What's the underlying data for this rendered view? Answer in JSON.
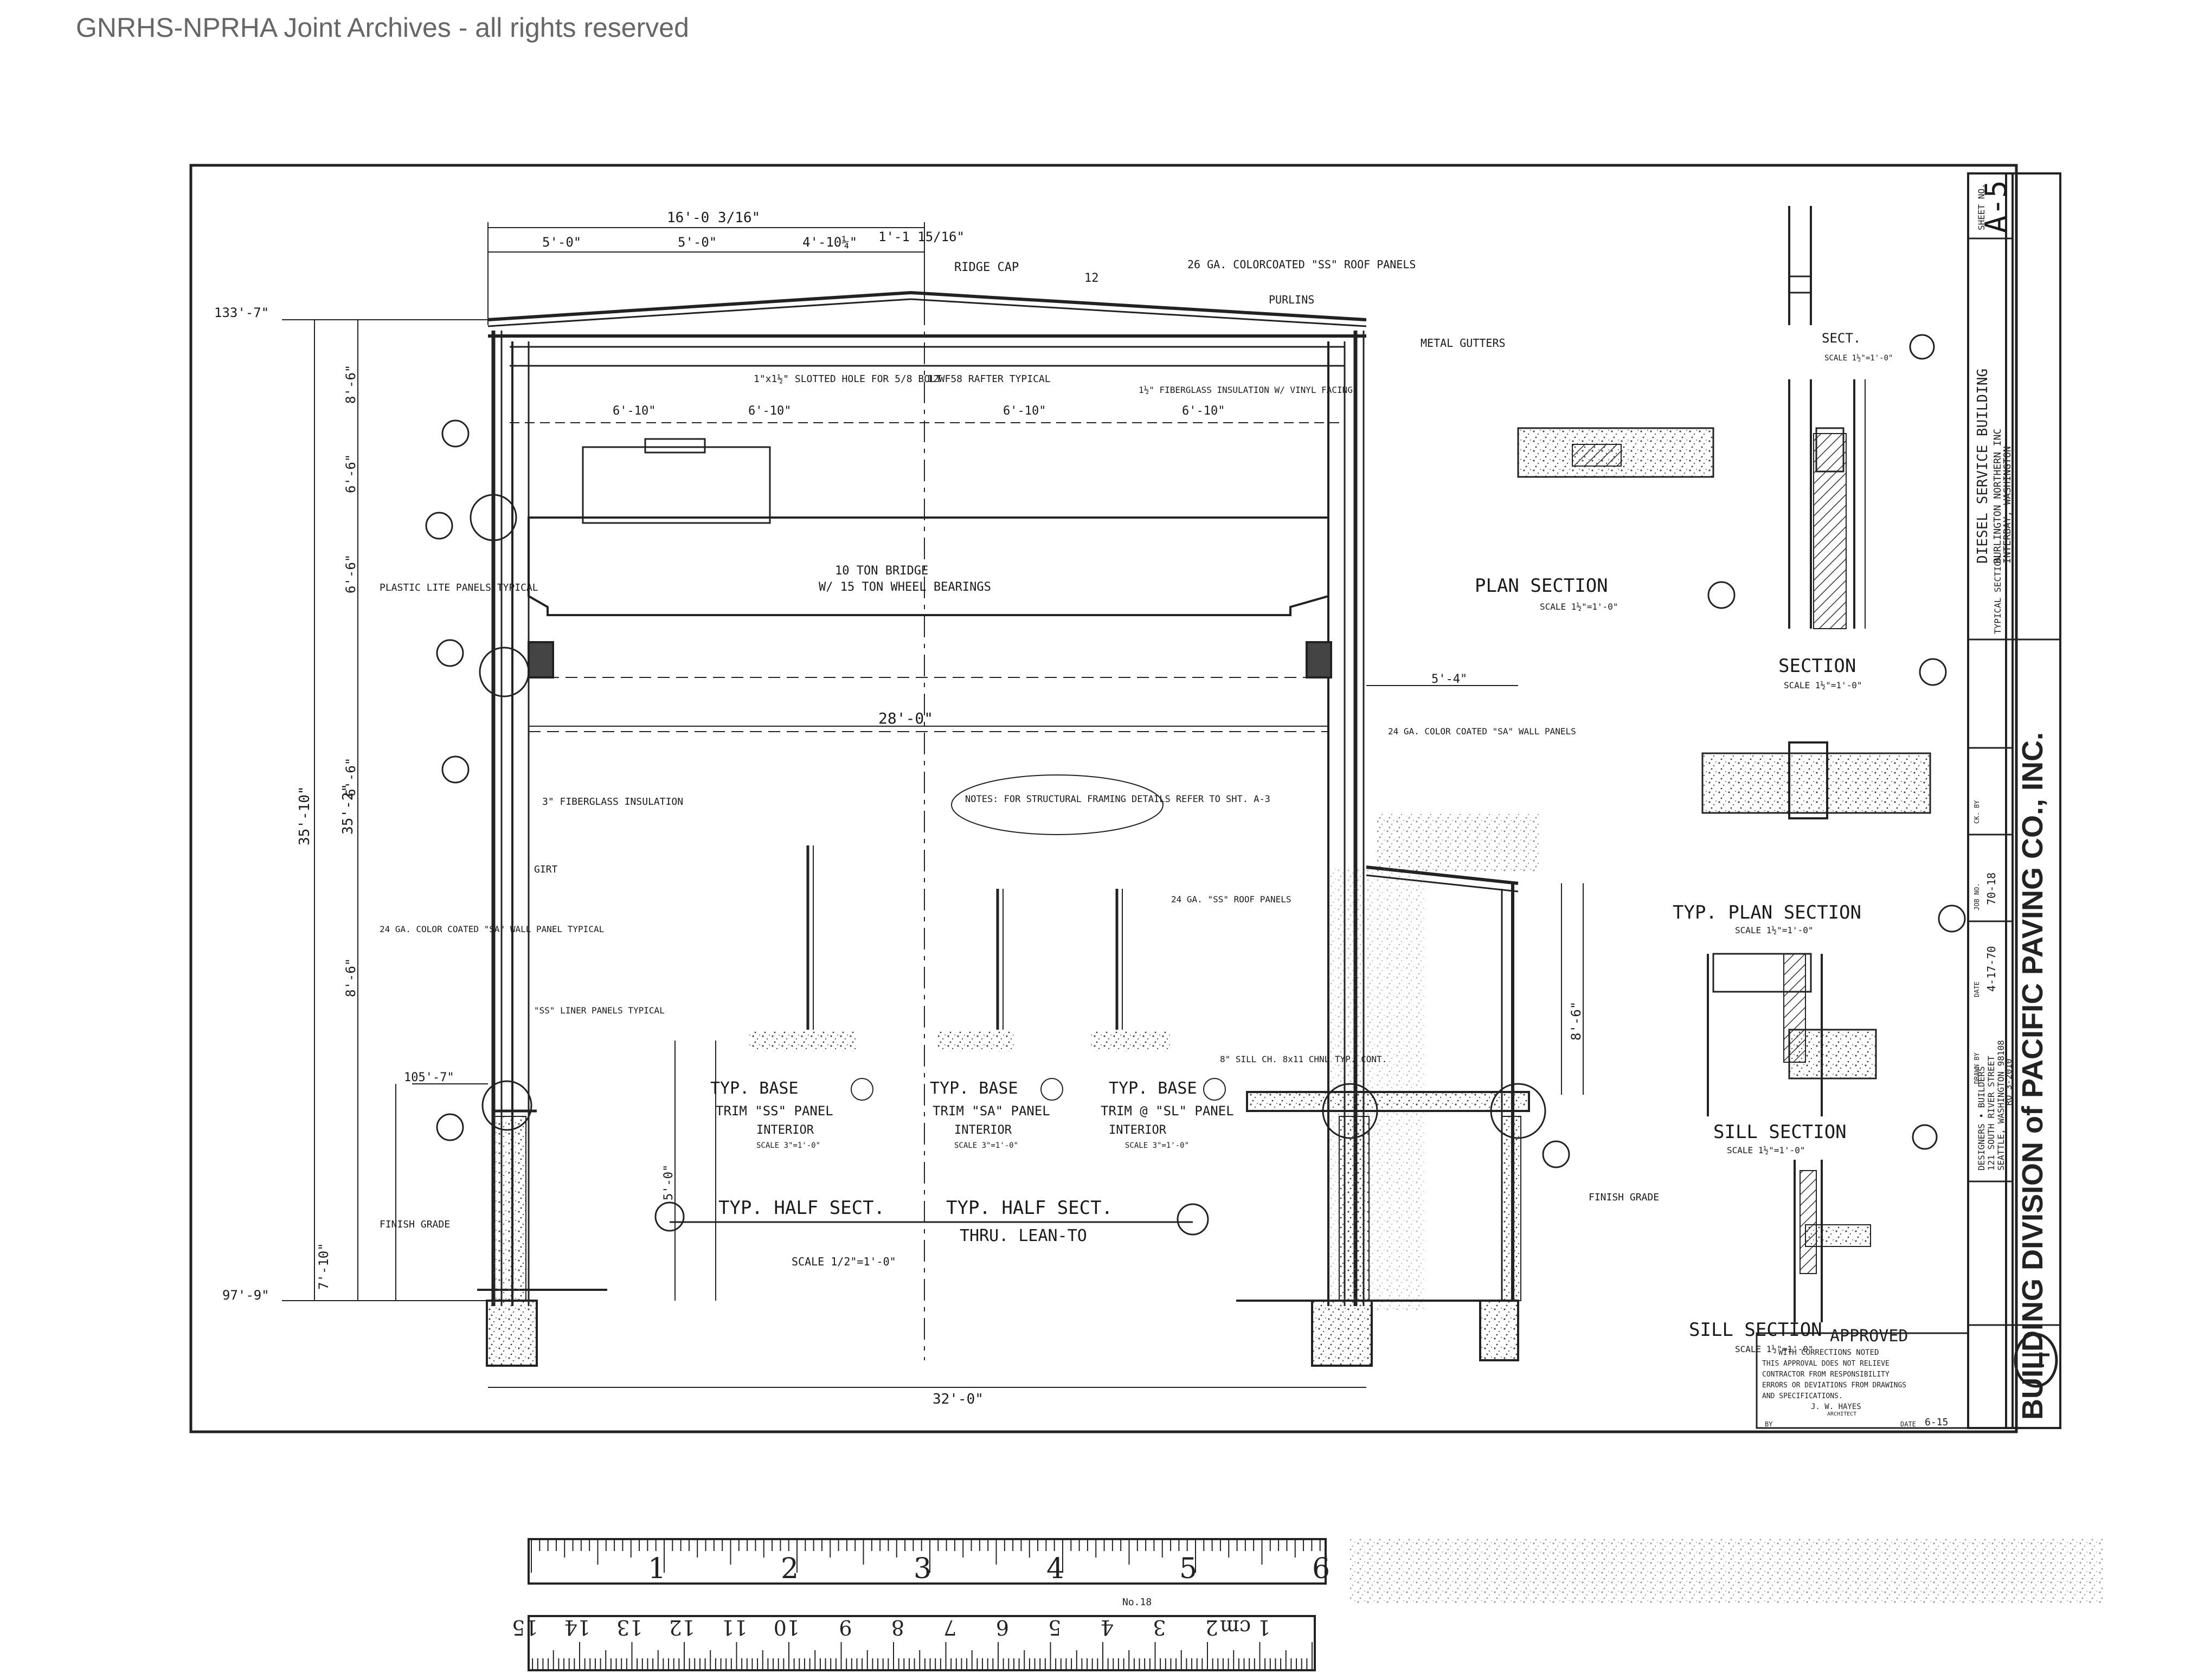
{
  "watermark": "GNRHS-NPRHA Joint Archives - all rights reserved",
  "title_block": {
    "sheet_no_label": "SHEET NO.",
    "sheet_no": "A-5",
    "project": "DIESEL SERVICE BUILDING",
    "client": "BURLINGTON NORTHERN INC",
    "location": "INTERBAY, WASHINGTON",
    "drawing_title": "TYPICAL SECTION",
    "company": "BUILDING DIVISION of PACIFIC PAVING CO., INC.",
    "tagline": "DESIGNERS • BUILDERS",
    "address1": "121 SOUTH RIVER STREET",
    "address2": "SEATTLE, WASHINGTON 98108",
    "phone": "RO 3-2010",
    "date_label": "DATE",
    "date": "4-17-70",
    "job_label": "JOB NO.",
    "job_no": "70-18",
    "drawn_label": "DRAWN BY",
    "checked_label": "CK. BY"
  },
  "approval": {
    "title": "APPROVED",
    "subtitle": "WITH CORRECTIONS NOTED",
    "line1": "THIS APPROVAL DOES NOT RELIEVE",
    "line2": "CONTRACTOR FROM RESPONSIBILITY",
    "line3": "ERRORS OR DEVIATIONS FROM DRAWINGS",
    "line4": "AND SPECIFICATIONS.",
    "architect": "J. W. HAYES",
    "architect_role": "ARCHITECT",
    "by": "BY",
    "date_label": "DATE",
    "date": "6-15"
  },
  "labels": {
    "plan_section": "PLAN SECTION",
    "plan_section_scale": "SCALE 1½\"=1'-0\"",
    "section_b": "SECTION",
    "section_b_scale": "SCALE 1½\"=1'-0\"",
    "sect_top": "SECT.",
    "sect_top_scale": "SCALE 1½\"=1'-0\"",
    "typ_plan_section": "TYP. PLAN SECTION",
    "typ_plan_scale": "SCALE 1½\"=1'-0\"",
    "sill_section_1": "SILL SECTION",
    "sill_section_1_scale": "SCALE 1½\"=1'-0\"",
    "sill_section_2": "SILL SECTION",
    "sill_section_2_scale": "SCALE 1½\"=1'-0\"",
    "typ_base_1": "TYP. BASE",
    "typ_base_1_sub": "TRIM \"SS\" PANEL",
    "typ_base_1_int": "INTERIOR",
    "typ_base_1_scale": "SCALE 3\"=1'-0\"",
    "typ_base_2": "TYP. BASE",
    "typ_base_2_sub": "TRIM \"SA\" PANEL",
    "typ_base_2_int": "INTERIOR",
    "typ_base_2_scale": "SCALE 3\"=1'-0\"",
    "typ_base_3": "TYP. BASE",
    "typ_base_3_sub": "TRIM @ \"SL\" PANEL",
    "typ_base_3_int": "INTERIOR",
    "typ_base_3_scale": "SCALE 3\"=1'-0\"",
    "half_sect_1": "TYP. HALF SECT.",
    "half_sect_2": "TYP. HALF SECT.",
    "half_sect_2_sub": "THRU. LEAN-TO",
    "half_scale": "SCALE 1/2\"=1'-0\"",
    "crane": "10 TON BRIDGE",
    "crane_sub": "W/ 15 TON WHEEL BEARINGS",
    "ridge_cap": "RIDGE CAP",
    "roof_panels": "26 GA. COLORCOATED \"SS\" ROOF PANELS",
    "purlins": "PURLINS",
    "metal_gutters": "METAL GUTTERS",
    "notes": "NOTES: FOR STRUCTURAL FRAMING DETAILS REFER TO SHT. A-3",
    "finish_grade_l": "FINISH GRADE",
    "finish_grade_r": "FINISH GRADE",
    "plastic_panels": "PLASTIC LITE PANELS TYPICAL",
    "insulation": "3\" FIBERGLASS INSULATION",
    "girt": "GIRT",
    "wall_panel": "24 GA. COLOR COATED \"SA\" WALL PANEL TYPICAL",
    "liner_panels": "\"SS\" LINER PANELS TYPICAL",
    "rafter": "12WF58 RAFTER TYPICAL",
    "slotted_hole": "1\"x1½\" SLOTTED HOLE FOR 5/8 BOLT",
    "ridge_insul": "1½\" FIBERGLASS INSULATION W/ VINYL FACING",
    "lean_to_panels": "24 GA. COLOR COATED \"SA\" WALL PANELS",
    "gutter_note": "24 GA. \"SS\" ROOF PANELS",
    "sill_channel": "8\" SILL CH. 8x11 CHNL TYP. CONT."
  },
  "dimensions": {
    "d_top": "16'-0 3/16\"",
    "d_5a": "5'-0\"",
    "d_5b": "5'-0\"",
    "d_4": "4'-10¼\"",
    "d_1": "1'-1 15/16\"",
    "d_12": "12",
    "el_top": "133'-7\"",
    "el_mid": "105'-7\"",
    "el_bot": "97'-9\"",
    "d_span": "28'-0\"",
    "d_bottom": "32'-0\"",
    "d_lean": "5'-4\"",
    "d_6a": "6'-10\"",
    "d_6b": "6'-10\"",
    "d_6c": "6'-10\"",
    "d_6d": "6'-10\"",
    "h_1": "35'-10\"",
    "h_2": "35'-2\"",
    "h_3": "8'-6\"",
    "h_4": "6'-6\"",
    "h_5": "6'-6\"",
    "h_6": "6'-6\"",
    "h_7": "8'-6\"",
    "h_8": "7'-10\"",
    "h_9": "8'-6\"",
    "h_10": "5'-0\""
  },
  "ruler": {
    "inch_marks": [
      "1",
      "2",
      "3",
      "4",
      "5",
      "6"
    ],
    "cm_marks": [
      "1 cm",
      "2",
      "3",
      "4",
      "5",
      "6",
      "7",
      "8",
      "9",
      "10",
      "11",
      "12",
      "13",
      "14",
      "15"
    ],
    "label": "No.18"
  },
  "colors": {
    "line": "#2a2a2a",
    "paper": "#ffffff",
    "speckle": "#555555"
  }
}
